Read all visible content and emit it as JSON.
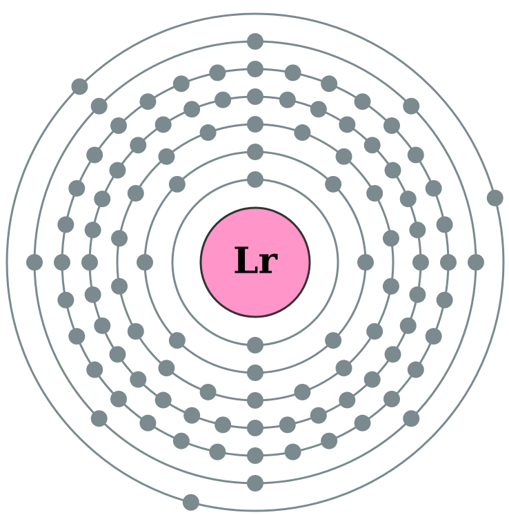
{
  "element": {
    "symbol": "Lr"
  },
  "shells": [
    {
      "electrons": 2
    },
    {
      "electrons": 8
    },
    {
      "electrons": 18
    },
    {
      "electrons": 32
    },
    {
      "electrons": 32
    },
    {
      "electrons": 8
    },
    {
      "electrons": 3
    }
  ],
  "colors": {
    "nucleus_fill": "#ff95c8",
    "nucleus_stroke": "#333333",
    "shell_stroke": "#7a8a8f",
    "electron_fill": "#7a8a8f",
    "symbol_text": "#000000"
  }
}
